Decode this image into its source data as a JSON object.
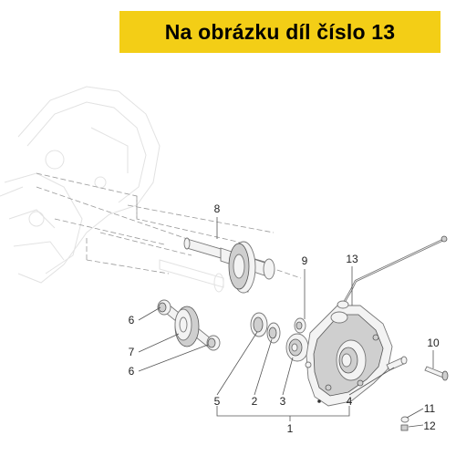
{
  "banner": {
    "text": "Na obrázku díl číslo 13"
  },
  "callouts": {
    "c1": "1",
    "c2": "2",
    "c3": "3",
    "c4": "4",
    "c5": "5",
    "c6a": "6",
    "c6b": "6",
    "c7": "7",
    "c8": "8",
    "c9": "9",
    "c10": "10",
    "c11": "11",
    "c12": "12",
    "c13": "13"
  },
  "colors": {
    "banner_bg": "#f3ce16",
    "banner_text": "#000000"
  }
}
